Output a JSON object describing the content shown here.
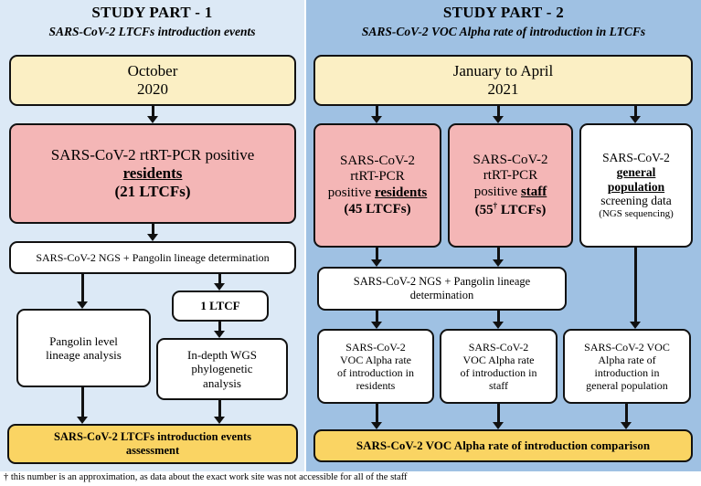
{
  "part1": {
    "title": "STUDY PART - 1",
    "subtitle": "SARS-CoV-2 LTCFs introduction events",
    "date_line1": "October",
    "date_line2": "2020",
    "pcr": {
      "line1": "SARS-CoV-2 rtRT-PCR positive",
      "bold_word": "residents",
      "line3": "(21 LTCFs)"
    },
    "ngs": "SARS-CoV-2 NGS + Pangolin lineage determination",
    "pangolin_line1": "Pangolin level",
    "pangolin_line2": "lineage analysis",
    "ltcf": "1 LTCF",
    "wgs_line1": "In-depth WGS",
    "wgs_line2": "phylogenetic",
    "wgs_line3": "analysis",
    "assessment_line1": "SARS-CoV-2 LTCFs introduction events",
    "assessment_line2": "assessment"
  },
  "part2": {
    "title": "STUDY PART - 2",
    "subtitle": "SARS-CoV-2 VOC Alpha rate of introduction in LTCFs",
    "date_line1": "January to April",
    "date_line2": "2021",
    "residents_box": {
      "line1": "SARS-CoV-2",
      "line2": "rtRT-PCR",
      "line3_prefix": "positive ",
      "bold_word": "residents",
      "line4": "(45 LTCFs)"
    },
    "staff_box": {
      "line1": "SARS-CoV-2",
      "line2": "rtRT-PCR",
      "line3_prefix": "positive ",
      "bold_word": "staff",
      "line4_prefix": "(55",
      "dagger": "†",
      "line4_suffix": " LTCFs)"
    },
    "general_box": {
      "line1": "SARS-CoV-2",
      "bold_line1": "general",
      "bold_line2": "population",
      "line3": "screening data",
      "line4": "(NGS sequencing)"
    },
    "ngs_line1": "SARS-CoV-2 NGS + Pangolin lineage",
    "ngs_line2": "determination",
    "rate_residents": {
      "line1": "SARS-CoV-2",
      "line2": "VOC Alpha rate",
      "line3": "of introduction in",
      "line4": "residents"
    },
    "rate_staff": {
      "line1": "SARS-CoV-2",
      "line2": "VOC Alpha rate",
      "line3": "of introduction in",
      "line4": "staff"
    },
    "rate_general": {
      "line1": "SARS-CoV-2 VOC",
      "line2": "Alpha rate of",
      "line3": "introduction in",
      "line4": "general population"
    },
    "comparison": "SARS-CoV-2 VOC Alpha rate of introduction comparison"
  },
  "footnote": "† this number is an approximation, as data about the exact work site was not accessible for all of the staff",
  "colors": {
    "panel1_bg": "#dce9f6",
    "panel2_bg": "#9fc1e3",
    "date_box": "#fbefc4",
    "pcr_box": "#f4b6b6",
    "result_box": "#fad463"
  }
}
